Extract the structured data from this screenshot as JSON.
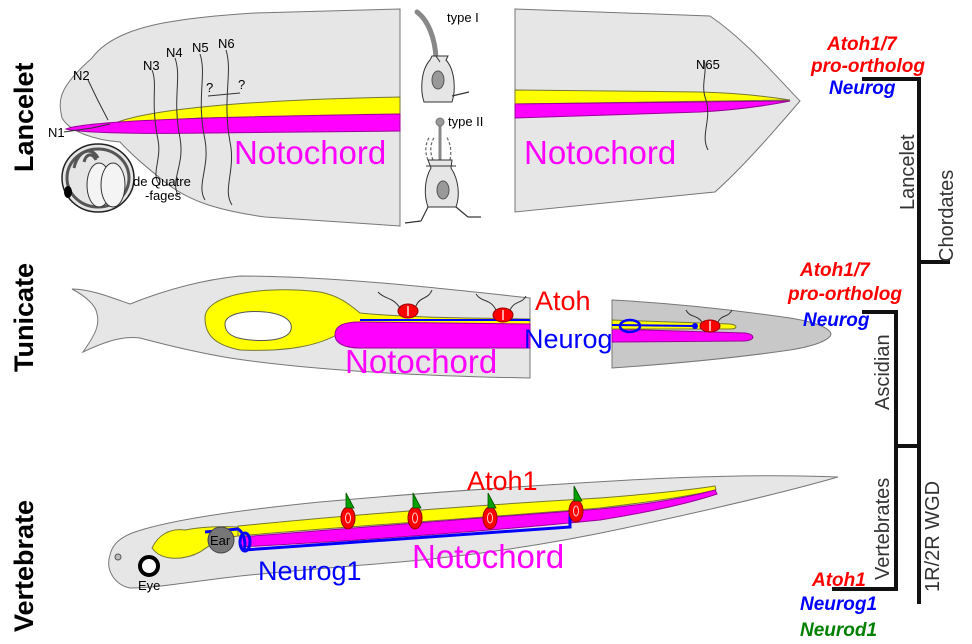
{
  "colors": {
    "body_fill": "#e6e6e6",
    "body_dark": "#c8c8c8",
    "notochord": "#ff00ff",
    "neural_tube": "#ffff00",
    "atoh": "#ff0000",
    "neurog": "#0000ff",
    "neurod": "#008000"
  },
  "rows": {
    "lancelet": "Lancelet",
    "tunicate": "Tunicate",
    "vertebrate": "Vertebrate"
  },
  "lancelet": {
    "nerves": [
      "N1",
      "N2",
      "N3",
      "N4",
      "N5",
      "N6"
    ],
    "unknown_marks": [
      "?",
      "?"
    ],
    "nerve_n65": "N65",
    "notochord_left": "Notochord",
    "notochord_right": "Notochord",
    "organ_line1": "de Quatre",
    "organ_line2": "-fages",
    "cell_type1": "type I",
    "cell_type2": "type II"
  },
  "tunicate": {
    "atoh": "Atoh",
    "neurog": "Neurog",
    "notochord": "Notochord"
  },
  "vertebrate": {
    "atoh1": "Atoh1",
    "neurog1": "Neurog1",
    "notochord": "Notochord",
    "ear": "Ear",
    "eye": "Eye"
  },
  "tree": {
    "chordates_label": "Chordates",
    "lancelet_label": "Lancelet",
    "ascidian_label": "Ascidian",
    "vertebrates_label": "Vertebrates",
    "wgd_label": "1R/2R WGD",
    "lancelet_genes": {
      "atoh_line1": "Atoh1/7",
      "atoh_line2": "pro-ortholog",
      "neurog": "Neurog"
    },
    "tunicate_genes": {
      "atoh_line1": "Atoh1/7",
      "atoh_line2": "pro-ortholog",
      "neurog": "Neurog"
    },
    "vertebrate_genes": {
      "atoh1": "Atoh1",
      "neurog1": "Neurog1",
      "neurod1": "Neurod1"
    }
  }
}
